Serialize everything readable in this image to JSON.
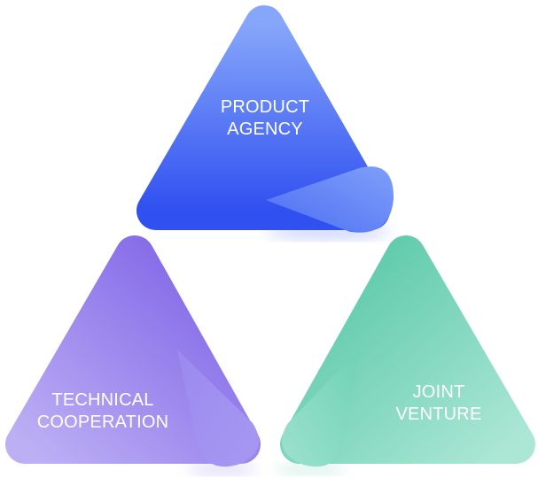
{
  "nodes": [
    {
      "id": "product-agency",
      "lines": [
        "PRODUCT",
        "AGENCY"
      ],
      "color_top": "#7fa0fa",
      "color_bottom": "#3556f0"
    },
    {
      "id": "technical-cooperation",
      "lines": [
        "TECHNICAL",
        "COOPERATION"
      ],
      "color_top": "#8266e8",
      "color_bottom": "#b6a8f3"
    },
    {
      "id": "joint-venture",
      "lines": [
        "JOINT",
        "VENTURE"
      ],
      "color_top": "#58c8a8",
      "color_bottom": "#a6e5d2"
    }
  ]
}
